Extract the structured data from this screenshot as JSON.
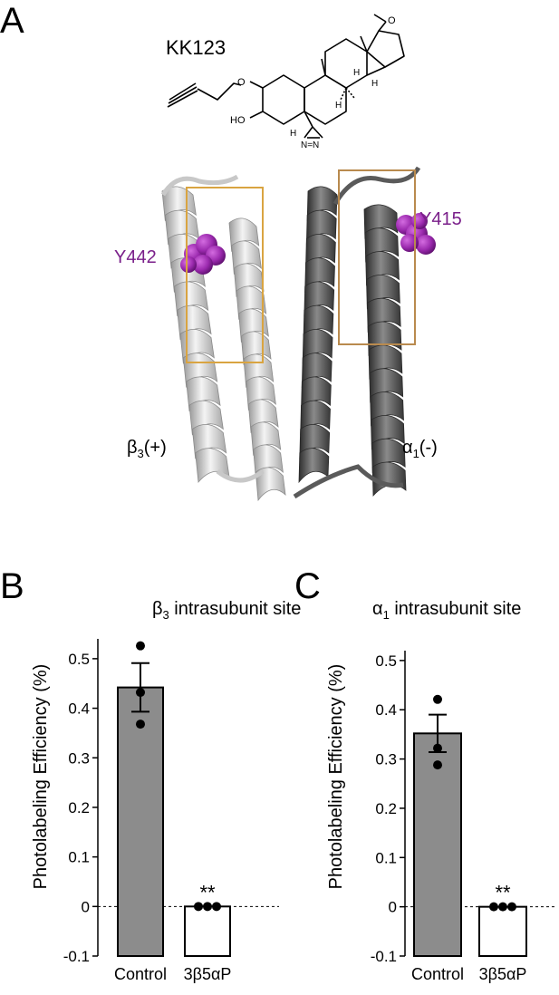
{
  "panel_a": {
    "letter": "A",
    "compound_label": "KK123",
    "chem_labels": {
      "ho": "HO",
      "h1": "H",
      "h2": "H",
      "h3": "H",
      "h4": "H",
      "diazirine": "N=N"
    },
    "residue_left": "Y442",
    "residue_right": "Y415",
    "subunit_left": "β3(+)",
    "subunit_right": "α1(-)",
    "colors": {
      "residue": "#8a1a9b",
      "box": "#d9a441",
      "box_right": "#b98a4e",
      "helix_light": "#dcdcdc",
      "helix_dark": "#606060"
    }
  },
  "chart_data": [
    {
      "type": "bar",
      "letter": "B",
      "title": "β3 intrasubunit site",
      "categories": [
        "Control",
        "3β5αP"
      ],
      "values": [
        0.442,
        0.0
      ],
      "errors": [
        0.049,
        0.0
      ],
      "points": [
        [
          0.526,
          0.368,
          0.432
        ],
        [
          0.0,
          0.0,
          0.0
        ]
      ],
      "ylabel": "Photolabeling Efficiency (%)",
      "ylim": [
        -0.1,
        0.54
      ],
      "yticks": [
        "-0.1",
        "0",
        "0.1",
        "0.2",
        "0.3",
        "0.4",
        "0.5"
      ],
      "significance": "**",
      "bar_colors": [
        "#8c8c8c",
        "#ffffff"
      ]
    },
    {
      "type": "bar",
      "letter": "C",
      "title": "α1 intrasubunit site",
      "categories": [
        "Control",
        "3β5αP"
      ],
      "values": [
        0.352,
        0.0
      ],
      "errors": [
        0.038,
        0.0
      ],
      "points": [
        [
          0.421,
          0.322,
          0.288
        ],
        [
          0.0,
          0.0,
          0.0
        ]
      ],
      "ylabel": "Photolabeling Efficiency (%)",
      "ylim": [
        -0.1,
        0.52
      ],
      "yticks": [
        "-0.1",
        "0",
        "0.1",
        "0.2",
        "0.3",
        "0.4",
        "0.5"
      ],
      "significance": "**",
      "bar_colors": [
        "#8c8c8c",
        "#ffffff"
      ]
    }
  ]
}
